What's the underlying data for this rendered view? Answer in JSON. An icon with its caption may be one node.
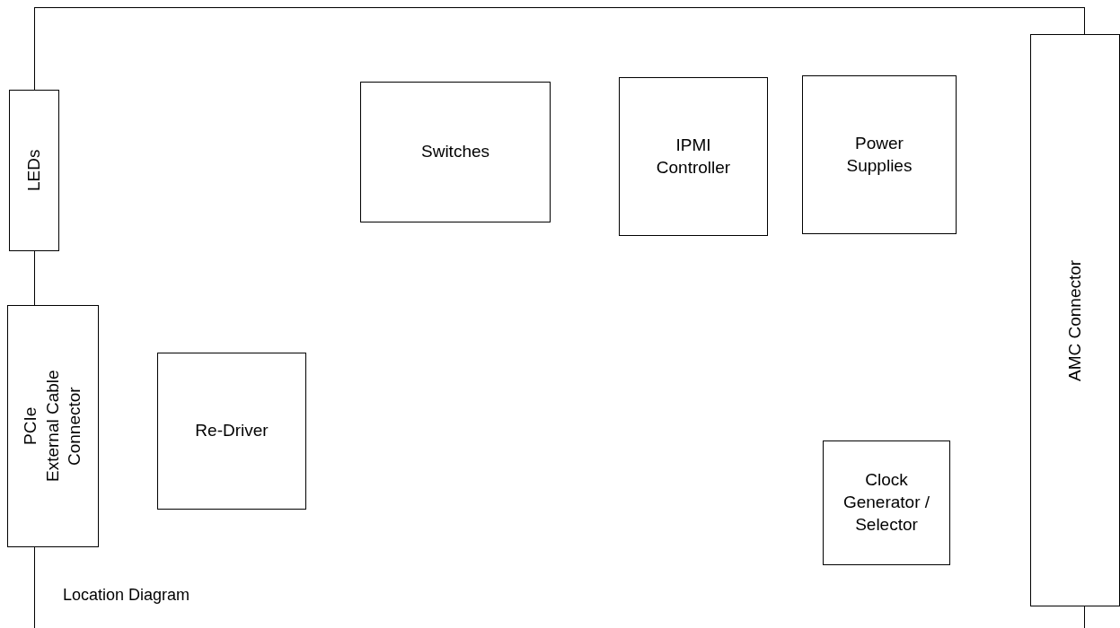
{
  "diagram": {
    "caption": "Location Diagram",
    "nodes": [
      {
        "text": [],
        "shape": "box"
      },
      {
        "text": [
          "LEDs"
        ]
      },
      {
        "text": [
          "Switches"
        ],
        "in": 0
      },
      {
        "text": [
          "IPMI Controller"
        ],
        "in": 0
      },
      {
        "text": [
          "Power Supplies"
        ],
        "in": 0
      },
      {
        "text": [
          "AMC Connector"
        ]
      },
      {
        "text": [
          "PCIe",
          "External Cable Connector"
        ]
      },
      {
        "text": [
          "Re-Driver"
        ],
        "in": 0
      },
      {
        "text": [
          "Clock Generator / Selector"
        ],
        "in": 0
      }
    ],
    "edges": []
  }
}
